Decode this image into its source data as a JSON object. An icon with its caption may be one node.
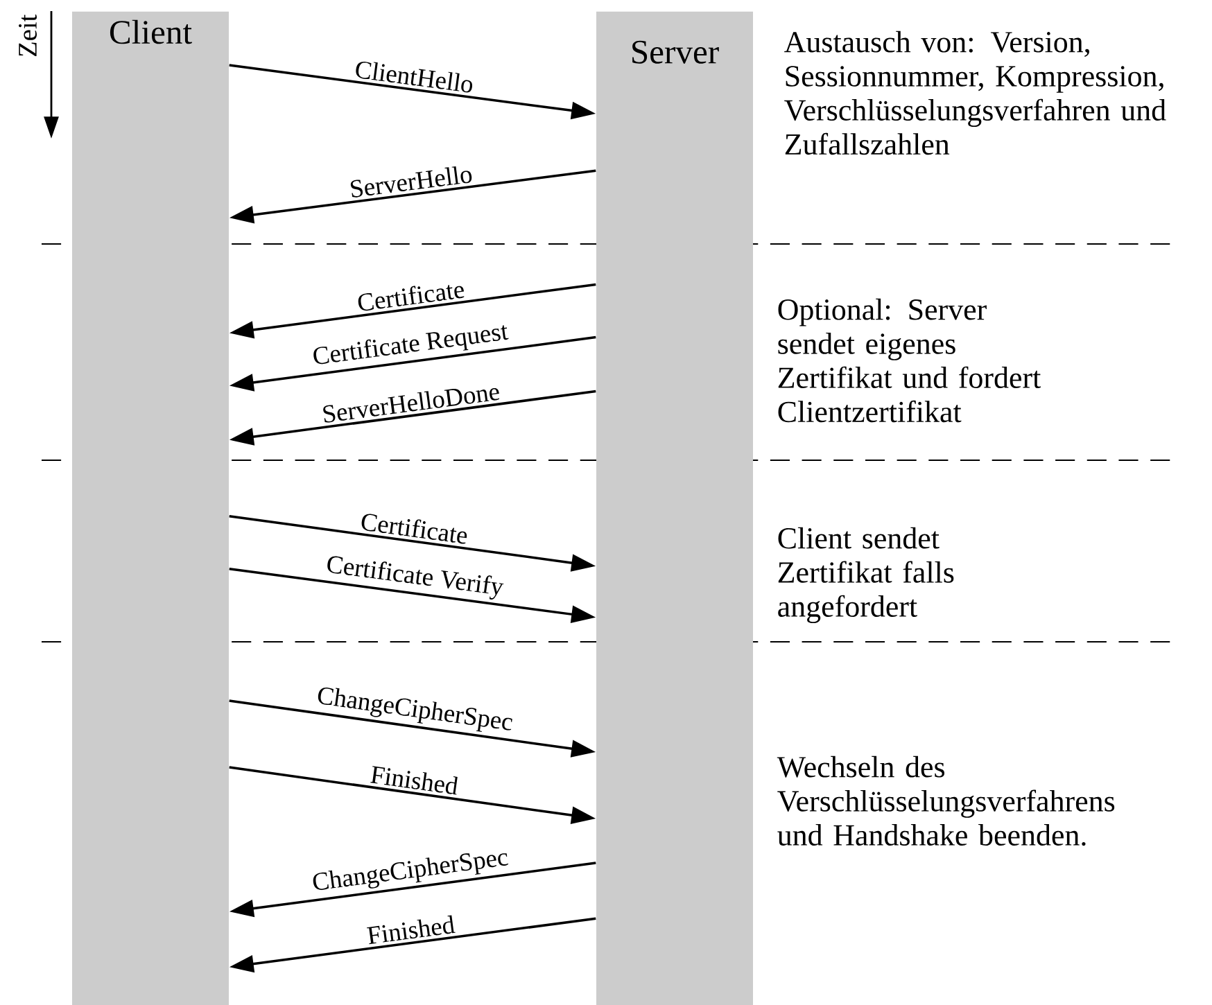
{
  "diagram": {
    "nodes": [
      {
        "text": [
          "Client"
        ]
      },
      {
        "text": [
          "Server"
        ]
      }
    ],
    "edges": [
      {
        "from": 0,
        "to": 1,
        "arrow": "to",
        "label": "ClientHello"
      },
      {
        "from": 1,
        "to": 0,
        "arrow": "to",
        "label": "ServerHello"
      },
      {
        "from": 1,
        "to": 0,
        "arrow": "to",
        "label": "Certificate"
      },
      {
        "from": 1,
        "to": 0,
        "arrow": "to",
        "label": "Certificate Request"
      },
      {
        "from": 1,
        "to": 0,
        "arrow": "to",
        "label": "ServerHelloDone"
      },
      {
        "from": 0,
        "to": 1,
        "arrow": "to",
        "label": "Certificate"
      },
      {
        "from": 0,
        "to": 1,
        "arrow": "to",
        "label": "Certificate Verify"
      },
      {
        "from": 0,
        "to": 1,
        "arrow": "to",
        "label": "ChangeCipherSpec"
      },
      {
        "from": 0,
        "to": 1,
        "arrow": "to",
        "label": "Finished"
      },
      {
        "from": 1,
        "to": 0,
        "arrow": "to",
        "label": "ChangeCipherSpec"
      },
      {
        "from": 1,
        "to": 0,
        "arrow": "to",
        "label": "Finished"
      }
    ],
    "labels": [
      "Zeit",
      "Austausch von: Version, Sessionnummer, Kompression, Verschlüsselungsverfahren und Zufallszahlen",
      "Optional: Server sendet eigenes Zertifikat und fordert Clientzertifikat",
      "Client sendet Zertifikat falls angefordert",
      "Wechseln des Verschlüsselungsverfahrens und Handshake beenden."
    ]
  }
}
